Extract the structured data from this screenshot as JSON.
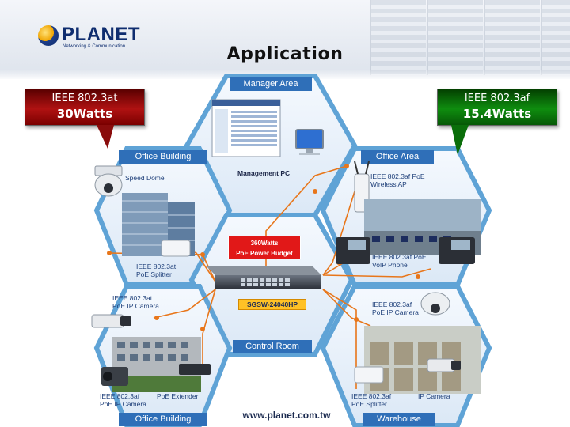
{
  "brand": {
    "name": "PLANET",
    "tagline": "Networking & Communication"
  },
  "title": "Application",
  "callouts": {
    "left": {
      "line1": "IEEE 802.3at",
      "line2": "30Watts",
      "color": "#a50f0f"
    },
    "right": {
      "line1": "IEEE 802.3af",
      "line2": "15.4Watts",
      "color": "#0d7d0d"
    }
  },
  "areas": {
    "manager": "Manager Area",
    "office_top": "Office Building",
    "office_area": "Office Area",
    "control_room": "Control Room",
    "office_bottom": "Office Building",
    "warehouse": "Warehouse"
  },
  "devices": {
    "management_pc": "Management PC",
    "speed_dome": "Speed Dome",
    "poe_splitter_at": "IEEE 802.3at\nPoE Splitter",
    "wireless_ap": "IEEE 802.3af PoE\nWireless AP",
    "voip_phone": "IEEE 802.3af PoE\nVoIP Phone",
    "ip_camera_at": "IEEE 802.3at\nPoE IP Camera",
    "ip_camera_af_right": "IEEE 802.3af\nPoE IP Camera",
    "ip_camera_af_bottom": "IEEE 802.3af\nPoE IP Camera",
    "poe_extender": "PoE Extender",
    "poe_splitter_af": "IEEE 802.3af\nPoE Splitter",
    "ip_camera": "IP Camera"
  },
  "budget": "360Watts\nPoE Power Budget",
  "switch_model": "SGSW-24040HP",
  "url": "www.planet.com.tw",
  "colors": {
    "hex_frame": "#5fa3d6",
    "area_banner": "#2f6fb8",
    "link_line": "#e8761a"
  },
  "icons": [
    "planet-globe-icon",
    "monitor-icon",
    "switch-icon",
    "camera-icon",
    "phone-icon",
    "access-point-icon"
  ]
}
